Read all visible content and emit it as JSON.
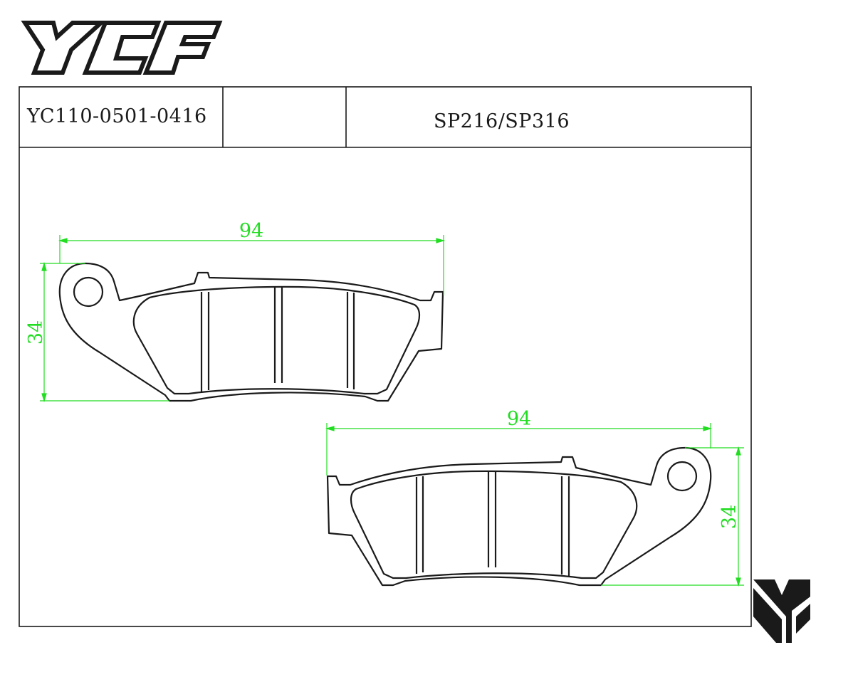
{
  "brand": {
    "logo_text": "YCF"
  },
  "title_block": {
    "part_number": "YC110-0501-0416",
    "middle_cell": "",
    "model": "SP216/SP316"
  },
  "drawing": {
    "pad_top_left": {
      "width_label": "94",
      "height_label": "34"
    },
    "pad_bottom_right": {
      "width_label": "94",
      "height_label": "34"
    }
  },
  "colors": {
    "outline": "#1a1a1a",
    "dimension": "#22dd22",
    "background": "#ffffff"
  },
  "icons": {
    "corner_mark": "y-logo-mark-icon"
  }
}
